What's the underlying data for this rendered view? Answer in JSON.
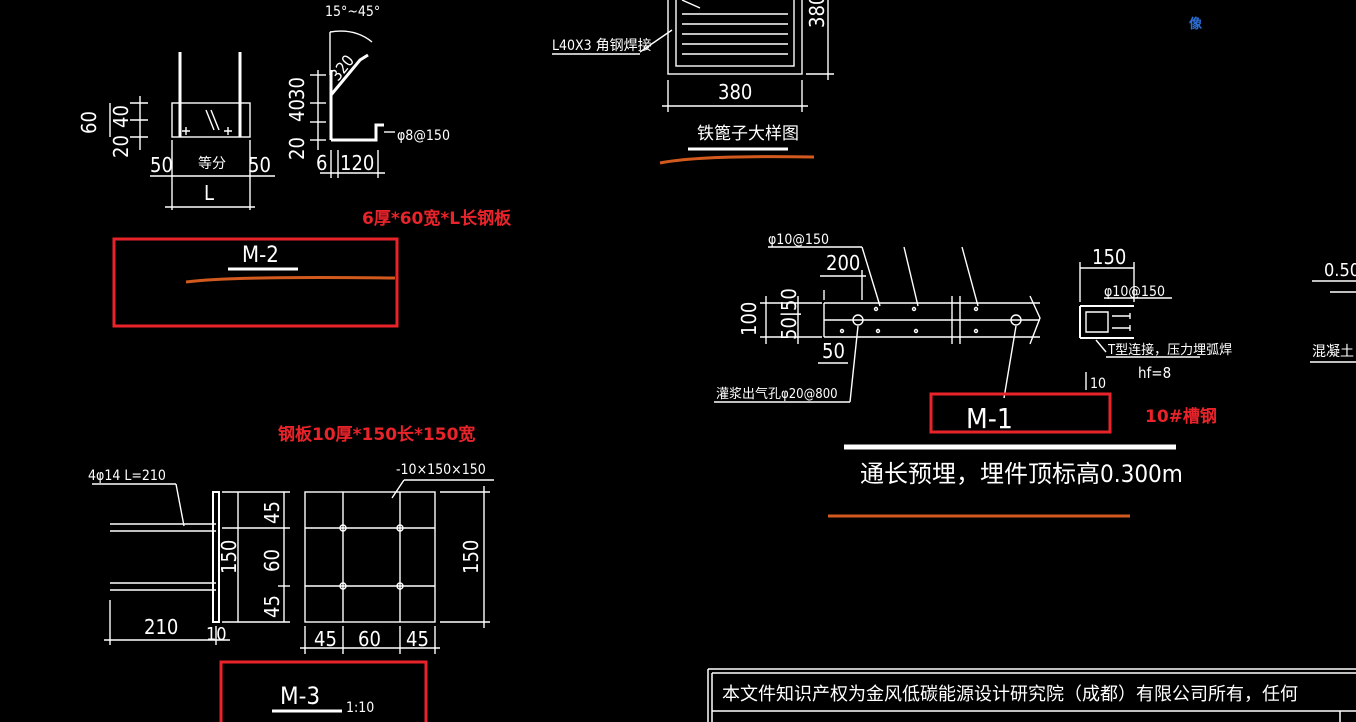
{
  "colors": {
    "background": "#000000",
    "line": "#ffffff",
    "highlight_box": "#e8232a",
    "annotation_text": "#e8232a",
    "underline_stroke": "#d25a1e",
    "watermark": "#2b6fd6"
  },
  "watermark": {
    "text": "像"
  },
  "tl_detail": {
    "dim_60": "60",
    "dim_20a": "20",
    "dim_40": "40",
    "dim_50_left": "50",
    "dim_50_right": "50",
    "equal_label": "等分",
    "dim_L": "L",
    "angle_label": "15°~45°",
    "dim_320": "320",
    "dim_30": "30",
    "dim_40b": "40",
    "dim_20b": "20",
    "dim_6": "6",
    "dim_120": "120",
    "rebar_label": "φ8@150"
  },
  "m2": {
    "annotation": "6厚*60宽*L长钢板",
    "title": "M-2"
  },
  "cage": {
    "angle_label": "L40X3 角钢焊接",
    "dim_width": "380",
    "dim_height": "380",
    "title": "铁篦子大样图"
  },
  "m1_detail": {
    "rebar_top": "φ10@150",
    "spacing_200": "200",
    "dim_100": "100",
    "dim_50_50": "50|50",
    "dim_50": "50",
    "grout_label": "灌浆出气孔φ20@800",
    "dim_150": "150",
    "rebar_right": "φ10@150",
    "weld_label": "T型连接，压力埋弧焊",
    "hf_label": "hf=8",
    "dim_10": "10",
    "title": "M-1",
    "annotation": "10#槽钢",
    "note": "通长预埋，埋件顶标高0.300m"
  },
  "right_edge": {
    "value": "0.50",
    "label": "混凝土"
  },
  "m3": {
    "annotation": "钢板10厚*150长*150宽",
    "rebar_label": "4φ14 L=210",
    "plate_label": "-10×150×150",
    "dim_45a": "45",
    "dim_60a": "60",
    "dim_45b": "45",
    "dim_150_left": "150",
    "dim_150_right": "150",
    "dim_45c": "45",
    "dim_60b": "60",
    "dim_45d": "45",
    "dim_210": "210",
    "dim_10": "10",
    "title": "M-3",
    "scale": "1:10"
  },
  "copyright": {
    "text": "本文件知识产权为金风低碳能源设计研究院（成都）有限公司所有，任何"
  }
}
